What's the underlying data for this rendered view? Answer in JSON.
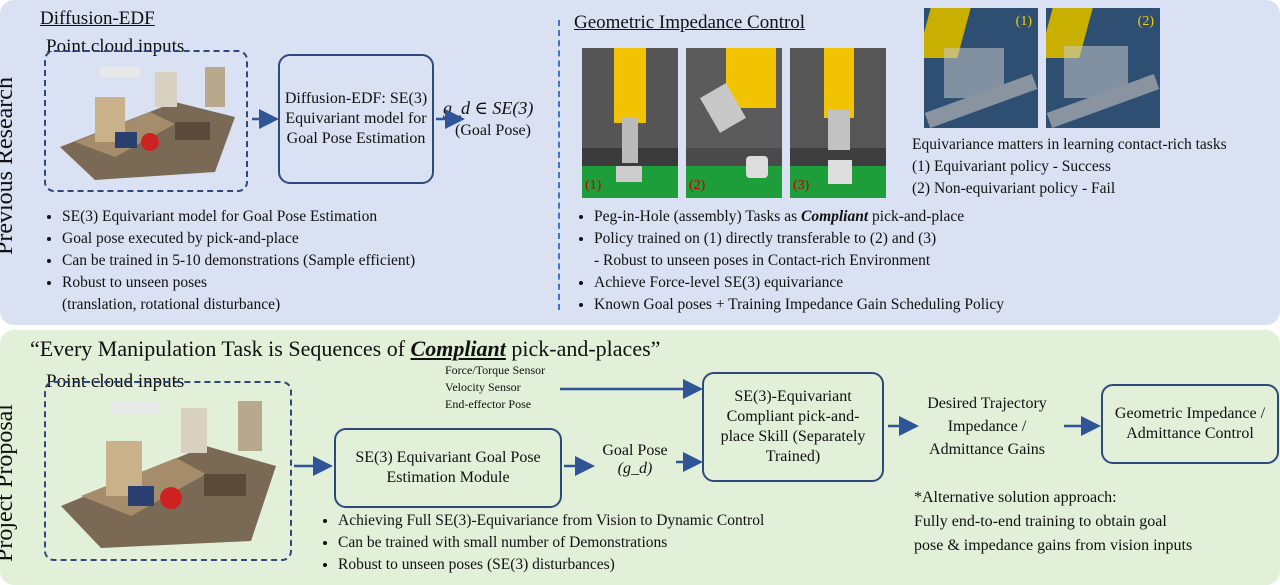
{
  "sections": {
    "previous": "Previous Research",
    "proposal": "Project Proposal"
  },
  "left": {
    "title": "Diffusion-EDF",
    "pc_label": "Point cloud inputs",
    "model_box": "Diffusion-EDF: SE(3) Equivariant model for Goal Pose Estimation",
    "goal_formula": "g_d ∈ SE(3)",
    "goal_caption": "(Goal Pose)",
    "bullets": [
      "SE(3) Equivariant model for Goal Pose Estimation",
      "Goal pose executed by pick-and-place",
      "Can be trained in 5-10 demonstrations (Sample efficient)",
      "Robust to unseen poses",
      "(translation, rotational disturbance)"
    ]
  },
  "right": {
    "title": "Geometric Impedance Control",
    "photo_labels": [
      "(1)",
      "(2)",
      "(3)"
    ],
    "sim_labels": [
      "(1)",
      "(2)"
    ],
    "sim_caption": [
      "Equivariance matters in learning contact-rich tasks",
      "(1) Equivariant policy - Success",
      "(2) Non-equivariant policy - Fail"
    ],
    "bullets": {
      "b1_pre": "Peg-in-Hole (assembly) Tasks as ",
      "b1_em": "Compliant",
      "b1_post": " pick-and-place",
      "b2": "Policy trained on (1) directly transferable to (2) and (3)",
      "b2_sub": "- Robust to unseen poses in Contact-rich Environment",
      "b3": "Achieve Force-level SE(3) equivariance",
      "b4": "Known Goal poses + Training Impedance Gain Scheduling Policy"
    }
  },
  "proposal": {
    "quote_pre": "“Every Manipulation Task is Sequences of ",
    "quote_em": "Compliant",
    "quote_post": " pick-and-places”",
    "pc_label": "Point cloud inputs",
    "sensors": [
      "Force/Torque Sensor",
      "Velocity Sensor",
      "End-effector Pose"
    ],
    "goal_box": "SE(3) Equivariant Goal Pose Estimation Module",
    "goal_pose": "Goal Pose",
    "goal_sym": "(g_d)",
    "skill_box": "SE(3)-Equivariant Compliant pick-and-place Skill (Separately Trained)",
    "desired": [
      "Desired Trajectory",
      "Impedance /",
      "Admittance Gains"
    ],
    "control_box": "Geometric Impedance / Admittance Control",
    "alt": [
      "*Alternative solution approach:",
      "Fully end-to-end training to obtain goal",
      "pose & impedance gains from vision inputs"
    ],
    "bullets": [
      "Achieving Full SE(3)-Equivariance from Vision to Dynamic Control",
      "Can be trained with small number of Demonstrations",
      "Robust to unseen poses (SE(3) disturbances)"
    ]
  },
  "colors": {
    "top_bg": "#d9e1f2",
    "bottom_bg": "#e2efd9",
    "box_border": "#2f4a7a",
    "arrow": "#2f5597"
  }
}
